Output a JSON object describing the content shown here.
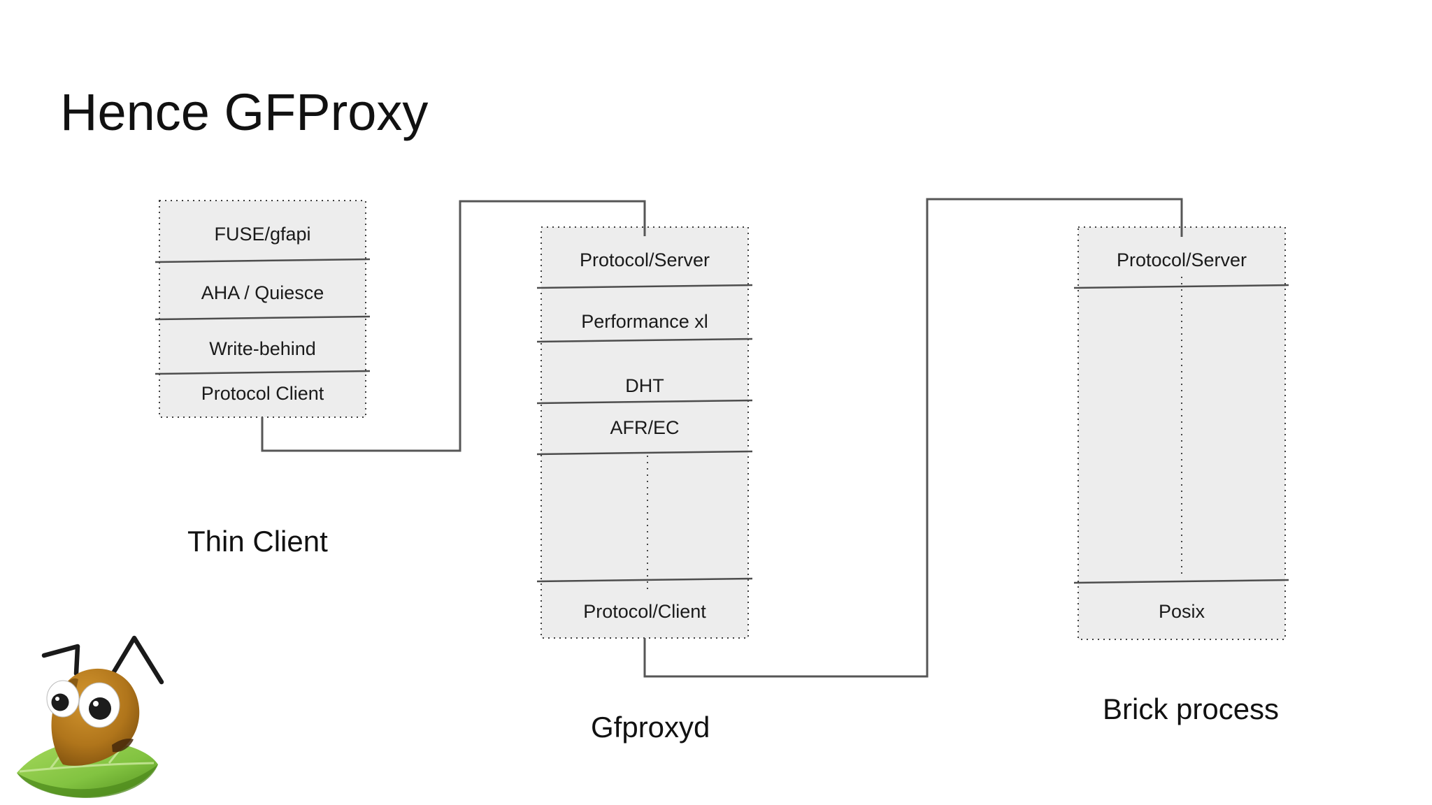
{
  "slide": {
    "title": "Hence GFProxy"
  },
  "diagram": {
    "thin_client": {
      "label": "Thin Client",
      "layers": [
        "FUSE/gfapi",
        "AHA / Quiesce",
        "Write-behind",
        "Protocol Client"
      ]
    },
    "gfproxyd": {
      "label": "Gfproxyd",
      "layers": [
        "Protocol/Server",
        "Performance xl",
        "DHT",
        "AFR/EC",
        "Protocol/Client"
      ]
    },
    "brick_process": {
      "label": "Brick process",
      "layers": [
        "Protocol/Server",
        "Posix"
      ]
    },
    "logo": "gluster-ant-mascot"
  },
  "colors": {
    "background": "#ffffff",
    "box_fill": "#ededed",
    "box_border": "#3f3f3f",
    "separator_line": "#4d4d4d",
    "connector_line": "#565656",
    "text": "#1a1a1a",
    "ant_head": "#b0751b",
    "ant_leaf": "#82c341"
  }
}
